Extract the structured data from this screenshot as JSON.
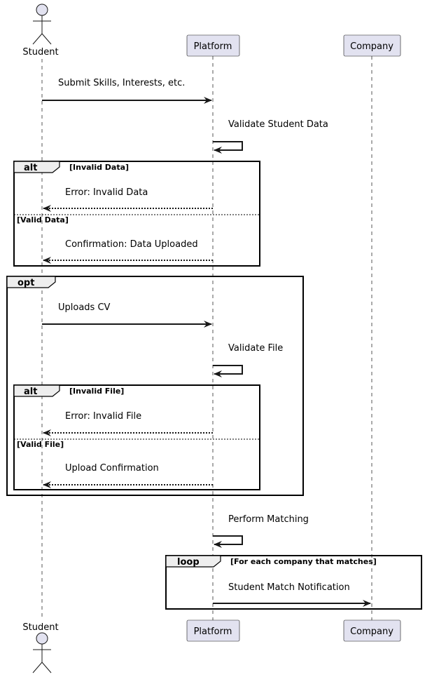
{
  "participants": [
    {
      "name": "Student",
      "kind": "actor"
    },
    {
      "name": "Platform",
      "kind": "participant"
    },
    {
      "name": "Company",
      "kind": "participant"
    }
  ],
  "messages": {
    "submit": "Submit Skills, Interests, etc.",
    "validate_student": "Validate Student Data",
    "err_invalid_data": "Error: Invalid Data",
    "confirm_data": "Confirmation: Data Uploaded",
    "uploads_cv": "Uploads CV",
    "validate_file": "Validate File",
    "err_invalid_file": "Error: Invalid File",
    "upload_confirm": "Upload Confirmation",
    "perform_matching": "Perform Matching",
    "match_notification": "Student Match Notification"
  },
  "frames": {
    "alt1": {
      "keyword": "alt",
      "guard": "[Invalid Data]",
      "else_guard": "[Valid Data]"
    },
    "opt": {
      "keyword": "opt"
    },
    "alt2": {
      "keyword": "alt",
      "guard": "[Invalid File]",
      "else_guard": "[Valid File]"
    },
    "loop": {
      "keyword": "loop",
      "guard": "[For each company that matches]"
    }
  },
  "colors": {
    "participant_fill": "#E2E2F0",
    "frame_header_fill": "#EEEEEE",
    "line": "#181818"
  }
}
